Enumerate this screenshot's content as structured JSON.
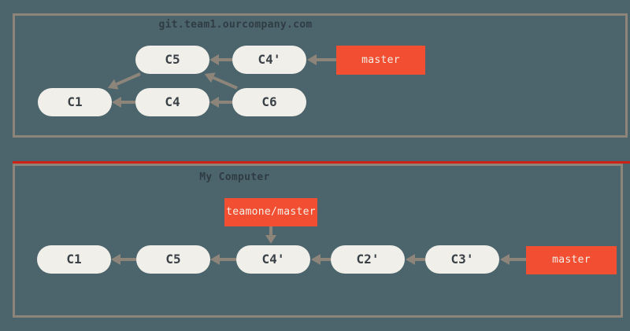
{
  "colors": {
    "background": "#4c656c",
    "panel_border": "#8d857a",
    "red_divider_line": "#cf2015",
    "commit_fill": "#f1efe9",
    "commit_text": "#3a4147",
    "branch_fill": "#f14e32",
    "branch_text": "#f3f0e8",
    "arrow": "#8d857a"
  },
  "panels": [
    {
      "title": "git.team1.ourcompany.com",
      "commits": [
        {
          "label": "C5"
        },
        {
          "label": "C4'"
        },
        {
          "label": "C1"
        },
        {
          "label": "C4"
        },
        {
          "label": "C6"
        }
      ],
      "branches": [
        {
          "label": "master"
        }
      ],
      "edges": [
        {
          "from": "C4'",
          "to": "C5"
        },
        {
          "from": "master",
          "to": "C4'"
        },
        {
          "from": "C4",
          "to": "C1"
        },
        {
          "from": "C6",
          "to": "C4"
        },
        {
          "from": "C5",
          "to": "C1"
        },
        {
          "from": "C6",
          "to": "C5"
        }
      ]
    },
    {
      "title": "My Computer",
      "commits": [
        {
          "label": "C1"
        },
        {
          "label": "C5"
        },
        {
          "label": "C4'"
        },
        {
          "label": "C2'"
        },
        {
          "label": "C3'"
        }
      ],
      "branches": [
        {
          "label": "teamone/master"
        },
        {
          "label": "master"
        }
      ],
      "edges": [
        {
          "from": "C5",
          "to": "C1"
        },
        {
          "from": "C4'",
          "to": "C5"
        },
        {
          "from": "C2'",
          "to": "C4'"
        },
        {
          "from": "C3'",
          "to": "C2'"
        },
        {
          "from": "master",
          "to": "C3'"
        },
        {
          "from": "teamone/master",
          "to": "C4'"
        }
      ]
    }
  ]
}
